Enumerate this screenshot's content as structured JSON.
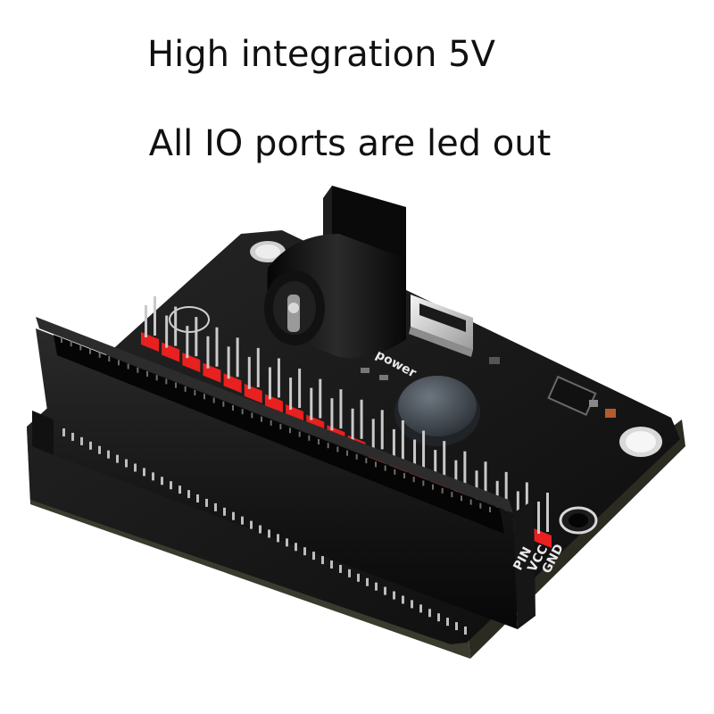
{
  "headline": {
    "line1": "High integration 5V",
    "line2": "All IO ports are led out"
  },
  "board": {
    "power_label": "power",
    "pin_labels": [
      "GND",
      "VCC",
      "PIN"
    ]
  },
  "colors": {
    "pcb": "#141414",
    "edge_connector": "#0d0d0d",
    "header_red": "#e8201f",
    "pin_metal": "#c9c9c9",
    "text": "#111111"
  }
}
